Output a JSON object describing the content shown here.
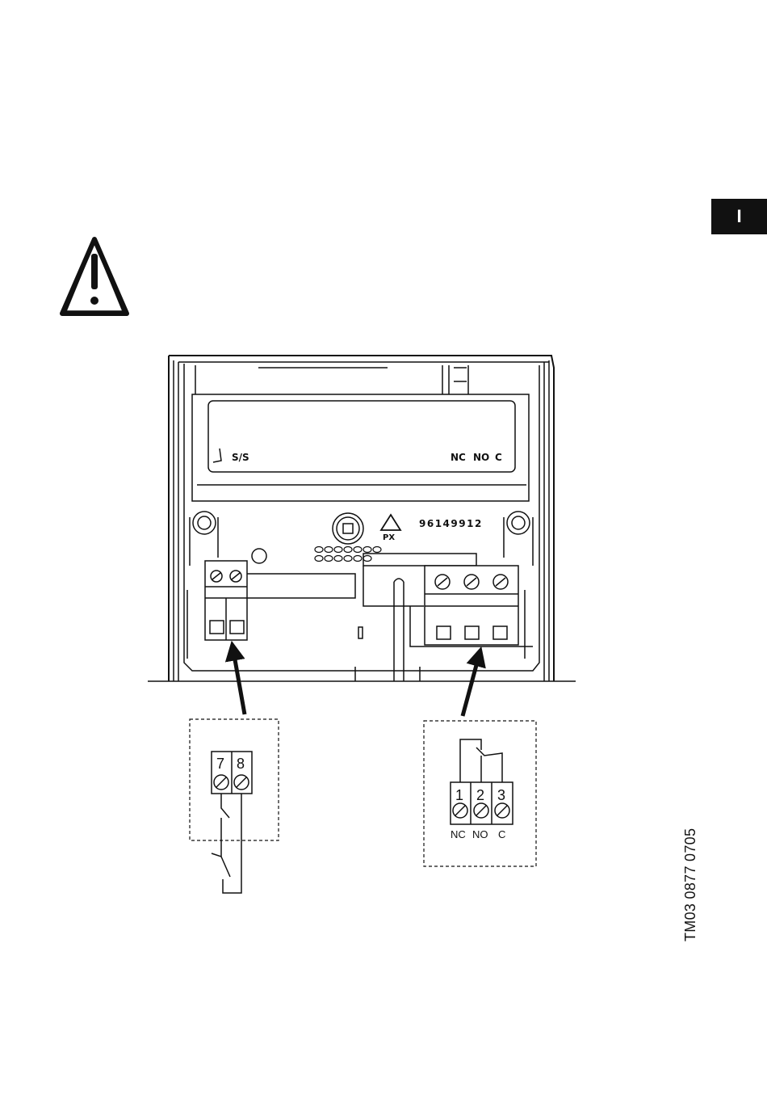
{
  "section_tab": "I",
  "figure_code": "TM03 0877 0705",
  "device": {
    "start_stop_label": "S/S",
    "relay_labels": [
      "NC",
      "NO",
      "C"
    ],
    "part_number": "96149912",
    "recycle_mark": "PX"
  },
  "detail_start_stop": {
    "terminals": [
      "7",
      "8"
    ]
  },
  "detail_relay": {
    "terminals": [
      "1",
      "2",
      "3"
    ],
    "labels": [
      "NC",
      "NO",
      "C"
    ]
  },
  "icons": [
    "warning-icon",
    "screw-icon",
    "recycle-icon"
  ]
}
